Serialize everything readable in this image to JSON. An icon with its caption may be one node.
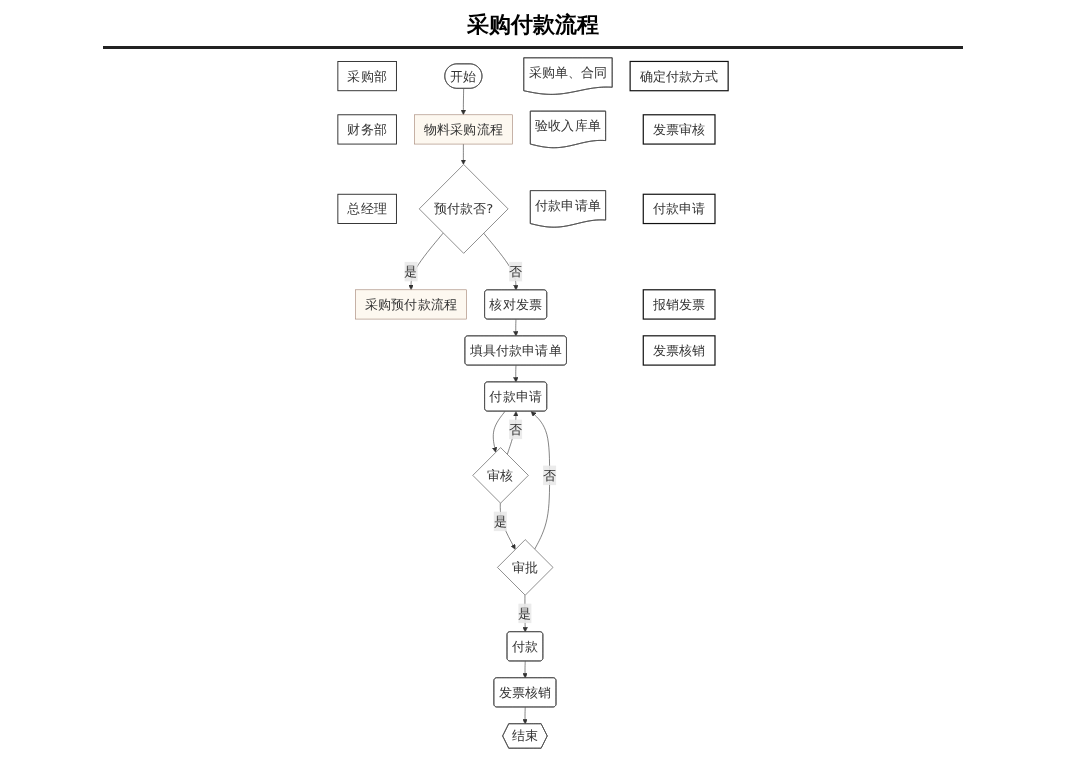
{
  "diagram": {
    "title": "采购付款流程",
    "nodes": [
      {
        "text": [
          "采购部"
        ]
      },
      {
        "text": [
          "财务部"
        ]
      },
      {
        "text": [
          "总经理"
        ]
      },
      {
        "text": [
          "开始"
        ]
      },
      {
        "text": [
          "物料采购流程"
        ]
      },
      {
        "text": [
          "确定付款方式"
        ]
      },
      {
        "text": [
          "采购预付款流程"
        ]
      },
      {
        "text": [
          "预付款否?"
        ]
      },
      {
        "text": [
          "发票审核"
        ]
      },
      {
        "text": [
          "核对发票"
        ]
      },
      {
        "text": [
          "采购单、合同"
        ]
      },
      {
        "text": [
          "填具付款申请单"
        ]
      },
      {
        "text": [
          "验收入库单"
        ]
      },
      {
        "text": [
          "付款申请单"
        ]
      },
      {
        "text": [
          "付款申请"
        ]
      },
      {
        "text": [
          "付款申请"
        ]
      },
      {
        "text": [
          "审核"
        ]
      },
      {
        "text": [
          "审批"
        ]
      },
      {
        "text": [
          "报销发票"
        ]
      },
      {
        "text": [
          "发票核销"
        ]
      },
      {
        "text": [
          "发票核销"
        ]
      },
      {
        "text": [
          "付款"
        ]
      },
      {
        "text": [
          "结束"
        ]
      }
    ],
    "edges": [
      {
        "from": 3,
        "to": 4,
        "arrow": "to"
      },
      {
        "from": 4,
        "to": 7,
        "arrow": "to"
      },
      {
        "from": 7,
        "to": 6,
        "arrow": "to",
        "label": "是"
      },
      {
        "from": 7,
        "to": 9,
        "arrow": "to",
        "label": "否"
      },
      {
        "from": 9,
        "to": 11,
        "arrow": "to"
      },
      {
        "from": 11,
        "to": 15,
        "arrow": "to"
      },
      {
        "from": 15,
        "to": 16,
        "arrow": "to"
      },
      {
        "from": 16,
        "to": 17,
        "arrow": "to",
        "label": "是"
      },
      {
        "from": 16,
        "to": 15,
        "arrow": "to",
        "label": "否"
      },
      {
        "from": 17,
        "to": 15,
        "arrow": "to",
        "label": "否"
      },
      {
        "from": 17,
        "to": 21,
        "arrow": "to",
        "label": "是"
      },
      {
        "from": 21,
        "to": 20,
        "arrow": "to"
      },
      {
        "from": 20,
        "to": 22,
        "arrow": "to"
      }
    ]
  }
}
